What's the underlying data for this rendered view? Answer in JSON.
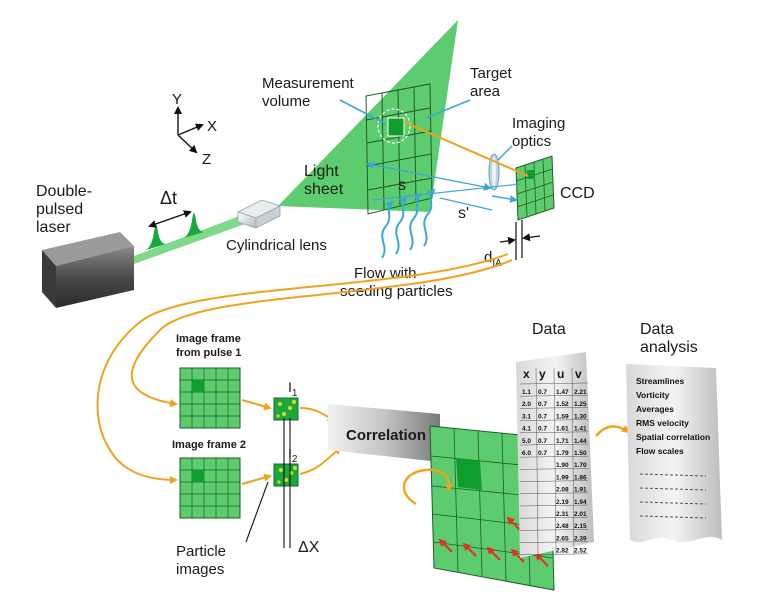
{
  "labels": {
    "axis_y": "Y",
    "axis_x": "X",
    "axis_z": "Z",
    "laser_line1": "Double-",
    "laser_line2": "pulsed",
    "laser_line3": "laser",
    "delta_t": "Δt",
    "cylindrical_lens": "Cylindrical lens",
    "measurement_line1": "Measurement",
    "measurement_line2": "volume",
    "target_line1": "Target",
    "target_line2": "area",
    "imaging_line1": "Imaging",
    "imaging_line2": "optics",
    "light_line1": "Light",
    "light_line2": "sheet",
    "s": "s",
    "s_prime": "s'",
    "ccd": "CCD",
    "dia_main": "d",
    "dia_sub": "IA",
    "flow_line1": "Flow with",
    "flow_line2": "seeding particles",
    "frame1_line1": "Image frame",
    "frame1_line2": "from pulse 1",
    "frame2": "Image frame 2",
    "i1_main": "I",
    "i1_sub": "1",
    "i2_main": "I",
    "i2_sub": "2",
    "correlation": "Correlation",
    "particle_line1": "Particle",
    "particle_line2": "images",
    "delta_x": "ΔX",
    "data": "Data",
    "analysis_line1": "Data",
    "analysis_line2": "analysis"
  },
  "data_table": {
    "headers": [
      "x",
      "y",
      "u",
      "v"
    ],
    "rows": [
      [
        "1.1",
        "0.7",
        "1.47",
        "2.21"
      ],
      [
        "2.0",
        "0.7",
        "1.52",
        "1.25"
      ],
      [
        "3.1",
        "0.7",
        "1.59",
        "1.30"
      ],
      [
        "4.1",
        "0.7",
        "1.61",
        "1.41"
      ],
      [
        "5.0",
        "0.7",
        "1.71",
        "1.44"
      ],
      [
        "6.0",
        "0.7",
        "1.79",
        "1.50"
      ],
      [
        "",
        "",
        "1.90",
        "1.70"
      ],
      [
        "",
        "",
        "1.99",
        "1.86"
      ],
      [
        "",
        "",
        "2.08",
        "1.91"
      ],
      [
        "",
        "",
        "2.19",
        "1.94"
      ],
      [
        "",
        "",
        "2.31",
        "2.01"
      ],
      [
        "",
        "",
        "2.48",
        "2.15"
      ],
      [
        "",
        "",
        "2.65",
        "2.39"
      ],
      [
        "",
        "",
        "2.82",
        "2.52"
      ]
    ]
  },
  "analysis_items": [
    "Streamlines",
    "Vorticity",
    "Averages",
    "RMS velocity",
    "Spatial correlation",
    "Flow scales"
  ],
  "colors": {
    "sheet_green": "#5ccc6e",
    "grid_green": "#4fbf5f",
    "dark_green": "#0f9e2e",
    "orange": "#f0a21e",
    "blue": "#39a8d8",
    "red_arrow": "#e4301c"
  }
}
